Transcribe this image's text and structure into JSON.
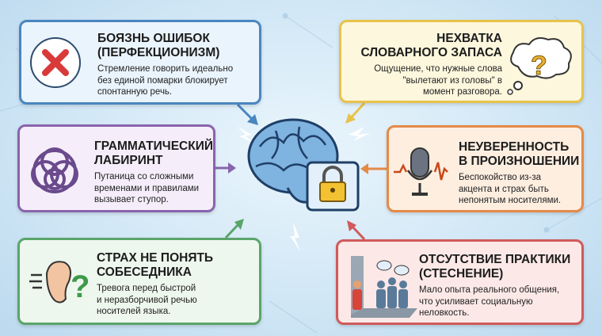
{
  "cards": [
    {
      "title_line1": "БОЯЗНЬ ОШИБОК",
      "title_line2": "(ПЕРФЕКЦИОНИЗМ)",
      "text_lines": [
        "Стремление говорить идеально",
        "без единой помарки блокирует",
        "спонтанную речь."
      ],
      "icon": "red-x-icon",
      "color": "#4a86c0"
    },
    {
      "title_line1": "ГРАММАТИЧЕСКИЙ",
      "title_line2": "ЛАБИРИНТ",
      "text_lines": [
        "Путаница со сложными",
        "временами и правилами",
        "вызывает ступор."
      ],
      "icon": "tangle-icon",
      "color": "#8a64ad"
    },
    {
      "title_line1": "СТРАХ НЕ ПОНЯТЬ",
      "title_line2": "СОБЕСЕДНИКА",
      "text_lines": [
        "Тревога перед быстрой",
        "и неразборчивой речью",
        "носителей языка."
      ],
      "icon": "ear-question-icon",
      "color": "#5aa56a"
    },
    {
      "title_line1": "НЕХВАТКА",
      "title_line2": "СЛОВАРНОГО ЗАПАСА",
      "text_lines": [
        "Ощущение, что нужные слова",
        "\"вылетают из головы\" в",
        "момент разговора."
      ],
      "icon": "thought-cloud-question-icon",
      "color": "#e8c24a"
    },
    {
      "title_line1": "НЕУВЕРЕННОСТЬ",
      "title_line2": "В ПРОИЗНОШЕНИИ",
      "text_lines": [
        "Беспокойство из-за",
        "акцента и страх быть",
        "непонятым носителями."
      ],
      "icon": "microphone-wave-icon",
      "color": "#e48a48"
    },
    {
      "title_line1": "ОТСУТСТВИЕ ПРАКТИКИ",
      "title_line2": "(СТЕСНЕНИЕ)",
      "text_lines": [
        "Мало опыта реального общения,",
        "что усиливает социальную",
        "неловкость."
      ],
      "icon": "lonely-person-group-icon",
      "color": "#d05a5a"
    }
  ],
  "center": {
    "icon": "brain-lock-icon"
  }
}
